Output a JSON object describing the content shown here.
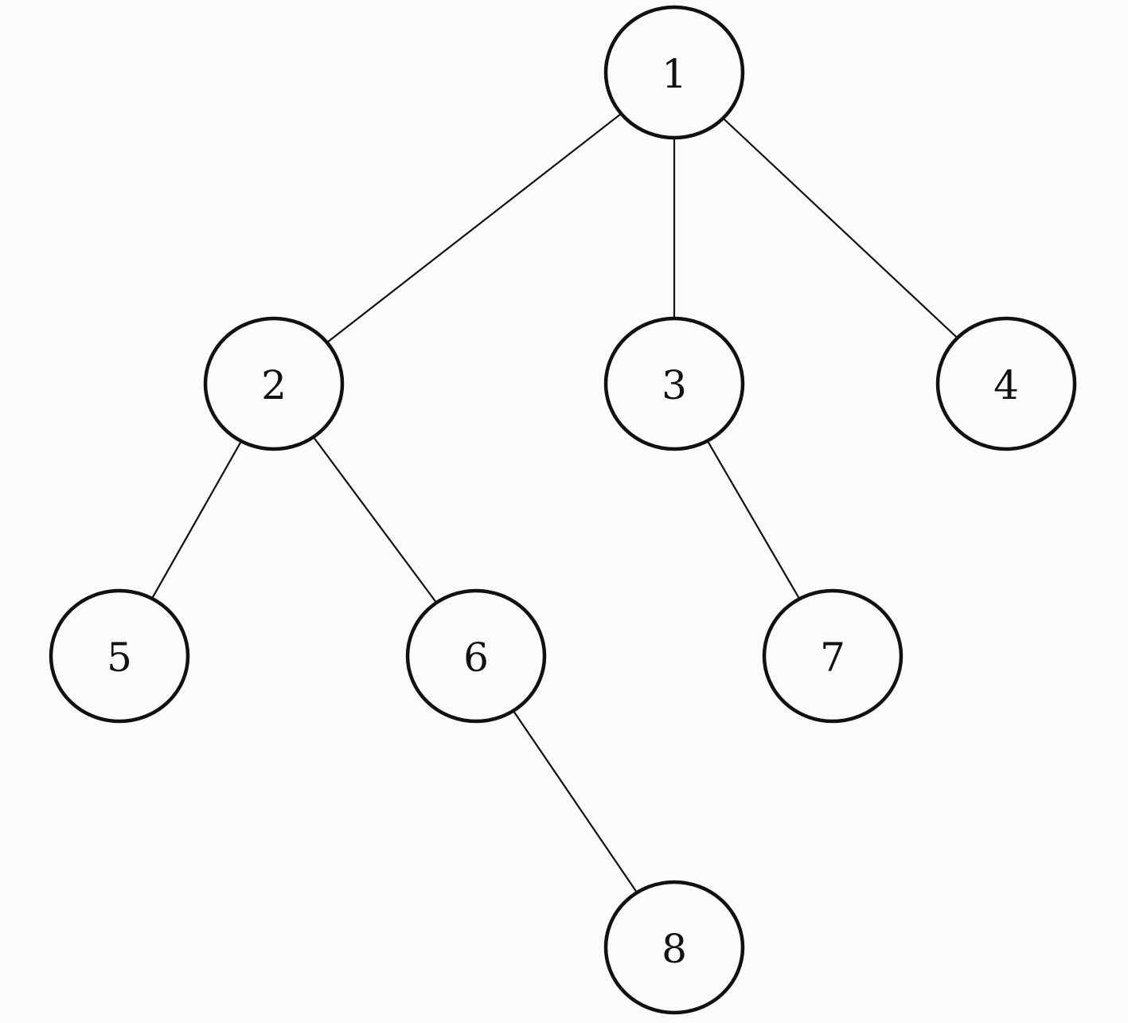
{
  "diagram": {
    "type": "tree",
    "nodes": [
      {
        "id": "1",
        "label": "1"
      },
      {
        "id": "2",
        "label": "2"
      },
      {
        "id": "3",
        "label": "3"
      },
      {
        "id": "4",
        "label": "4"
      },
      {
        "id": "5",
        "label": "5"
      },
      {
        "id": "6",
        "label": "6"
      },
      {
        "id": "7",
        "label": "7"
      },
      {
        "id": "8",
        "label": "8"
      }
    ],
    "edges": [
      {
        "from": "1",
        "to": "2"
      },
      {
        "from": "1",
        "to": "3"
      },
      {
        "from": "1",
        "to": "4"
      },
      {
        "from": "2",
        "to": "5"
      },
      {
        "from": "2",
        "to": "6"
      },
      {
        "from": "3",
        "to": "7"
      },
      {
        "from": "6",
        "to": "8"
      }
    ]
  }
}
